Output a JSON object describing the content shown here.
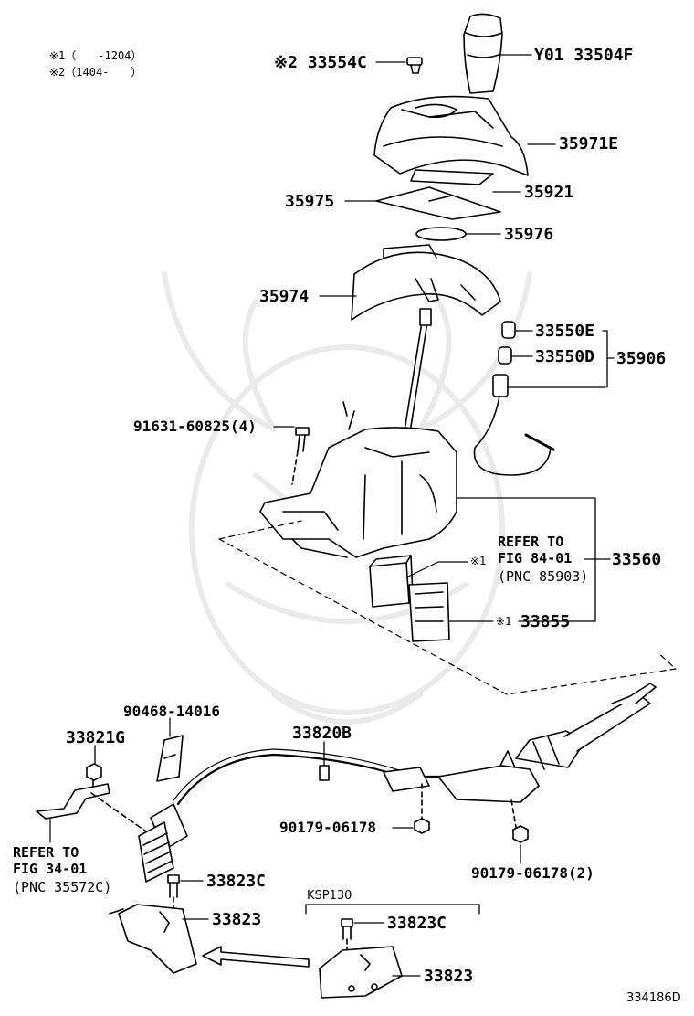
{
  "notes": {
    "n1": "※1（　　-1204）",
    "n2": "※2（1404-　　）"
  },
  "labels": {
    "p33554c": "※2 33554C",
    "p33504f": "Y01 33504F",
    "p35971e": "35971E",
    "p35921": "35921",
    "p35975": "35975",
    "p35976": "35976",
    "p35974": "35974",
    "p33550e": "33550E",
    "p33550d": "33550D",
    "p35906": "35906",
    "p91631": "91631-60825(4)",
    "refer1_line1": "REFER TO",
    "refer1_line2": "FIG 84-01",
    "refer1_line3": "(PNC 85903)",
    "star1a": "※1",
    "p33560": "33560",
    "star1b": "※1",
    "p33855": "33855",
    "p90468": "90468-14016",
    "p33821g": "33821G",
    "p33820b": "33820B",
    "refer2_line1": "REFER TO",
    "refer2_line2": "FIG 34-01",
    "refer2_line3": "(PNC 35572C)",
    "p90179a": "90179-06178",
    "p90179b": "90179-06178(2)",
    "p33823c_a": "33823C",
    "p33823_a": "33823",
    "ksp": "KSP130",
    "p33823c_b": "33823C",
    "p33823_b": "33823",
    "diagram_id": "334186D"
  }
}
